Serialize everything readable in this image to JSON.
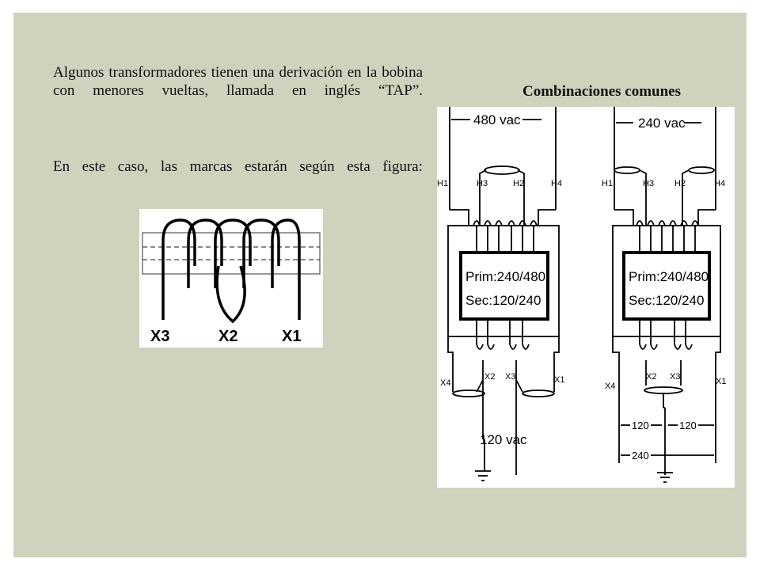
{
  "text": {
    "p1": "Algunos transformadores tienen una derivación en la bobina con menores vueltas, llamada en inglés “TAP”.",
    "p2": "En este caso, las marcas estarán según esta figura:",
    "title": "Combinaciones comunes"
  },
  "coil": {
    "labels": [
      "X3",
      "X2",
      "X1"
    ]
  },
  "diagrams": {
    "left": {
      "top_voltage": "480 vac",
      "h_labels": [
        "H1",
        "H3",
        "H2",
        "H4"
      ],
      "plate_line1": "Prim:240/480",
      "plate_line2": "Sec:120/240",
      "x_labels": [
        "X4",
        "X2",
        "X3",
        "X1"
      ],
      "bottom_voltage": "120 vac"
    },
    "right": {
      "top_voltage": "240 vac",
      "h_labels": [
        "H1",
        "H3",
        "H2",
        "H4"
      ],
      "plate_line1": "Prim:240/480",
      "plate_line2": "Sec:120/240",
      "x_labels": [
        "X4",
        "X2",
        "X3",
        "X1"
      ],
      "v1": "120",
      "v2": "120",
      "v3": "240"
    }
  }
}
